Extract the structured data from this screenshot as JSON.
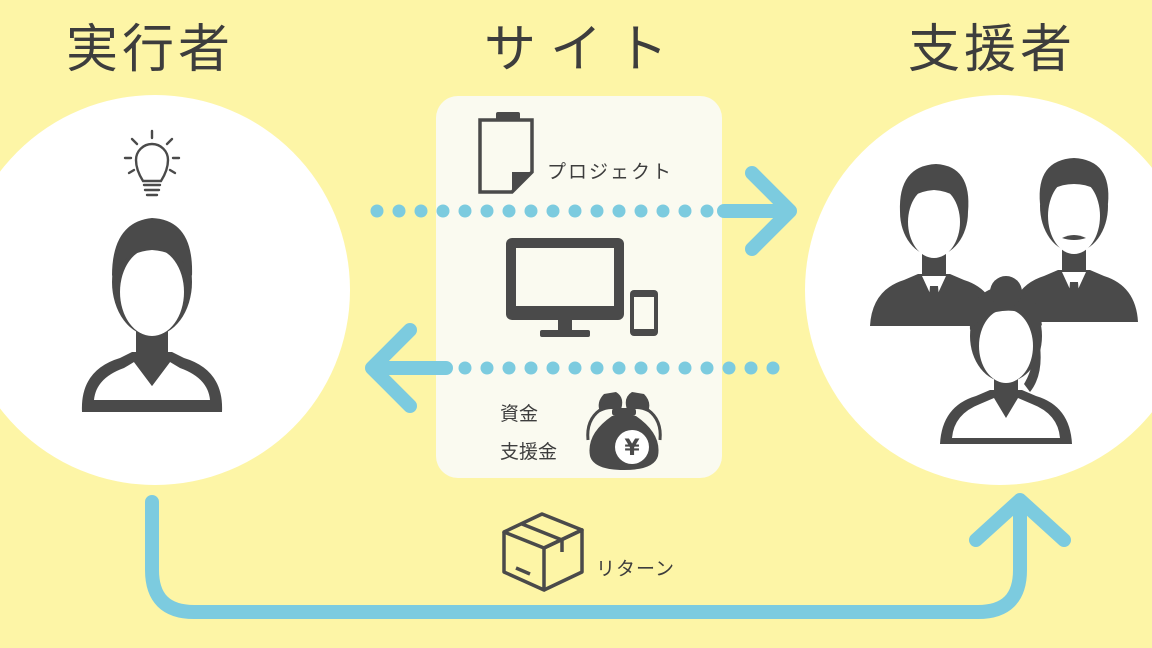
{
  "headings": {
    "creator": "実行者",
    "site": "サイト",
    "supporters": "支援者"
  },
  "labels": {
    "project": "プロジェクト",
    "funds_line1": "資金",
    "funds_line2": "支援金",
    "return": "リターン"
  },
  "colors": {
    "background": "#fdf5a6",
    "circle": "#ffffff",
    "panel": "#fafaf0",
    "arrow": "#7ccbdf",
    "icon": "#4a4a4a"
  },
  "icons": [
    "lightbulb-icon",
    "person-icon",
    "document-icon",
    "monitor-icon",
    "smartphone-icon",
    "money-bag-icon",
    "box-icon",
    "supporters-group-icon"
  ]
}
